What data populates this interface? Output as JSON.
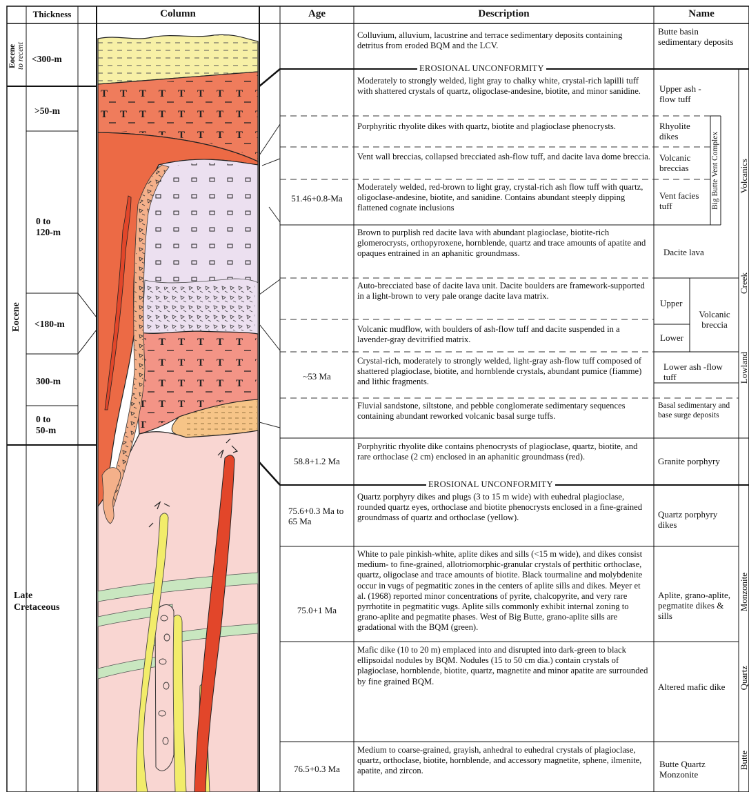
{
  "headers": {
    "thickness": "Thickness",
    "column": "Column",
    "age": "Age",
    "description": "Description",
    "name": "Name"
  },
  "eras": {
    "eocene_recent_1": "Eocene",
    "eocene_recent_2": "to recent",
    "eocene": "Eocene",
    "late_1": "Late",
    "late_2": "Cretaceous"
  },
  "thickness": [
    "<300-m",
    ">50-m",
    "0 to",
    "120-m",
    "<180-m",
    "300-m",
    "0 to",
    "50-m"
  ],
  "unconformities": [
    "EROSIONAL UNCONFORMITY",
    "EROSIONAL UNCONFORMITY"
  ],
  "side_labels": {
    "complex": "Big Butte Vent Complex",
    "volcanics": "Volcanics",
    "creek": "Creek",
    "lowland": "Lowland",
    "monzonite": "Monzonite",
    "quartz": "Quartz",
    "butte": "Butte"
  },
  "rows": [
    {
      "age": "",
      "desc": "Colluvium, alluvium, lacustrine and terrace sedimentary deposits containing detritus from eroded BQM and the LCV.",
      "name": "Butte basin sedimentary deposits"
    },
    {
      "age": "",
      "desc": "Moderately to strongly welded, light gray to chalky white, crystal-rich lapilli tuff with shattered crystals of quartz, oligoclase-andesine, biotite, and minor sanidine.",
      "name": "Upper ash -flow tuff"
    },
    {
      "age": "",
      "desc": "Porphyritic rhyolite dikes with quartz, biotite and plagioclase phenocrysts.",
      "name": "Rhyolite dikes"
    },
    {
      "age": "",
      "desc": "Vent wall breccias, collapsed brecciated ash-flow tuff, and dacite lava dome breccia.",
      "name": "Volcanic breccias"
    },
    {
      "age": "51.46+0.8-Ma",
      "desc": "Moderately welded, red-brown to light gray, crystal-rich ash flow tuff with quartz, oligoclase-andesine, biotite, and sanidine. Contains abundant steeply dipping flattened cognate inclusions",
      "name": "Vent facies tuff"
    },
    {
      "age": "",
      "desc": "Brown to purplish red dacite lava with abundant plagioclase, biotite-rich glomerocrysts, orthopyroxene, hornblende, quartz and trace amounts of apatite and opaques entrained in an aphanitic groundmass.",
      "name": "Dacite lava"
    },
    {
      "age": "",
      "desc": "Auto-brecciated base of dacite lava unit. Dacite boulders are framework-supported in a light-brown to very pale orange dacite lava matrix.",
      "name": "Upper"
    },
    {
      "age": "",
      "desc": "Volcanic mudflow, with boulders of ash-flow tuff and dacite suspended in a lavender-gray devitrified matrix.",
      "name": "Lower"
    },
    {
      "age": "~53 Ma",
      "desc": "Crystal-rich, moderately to strongly welded, light-gray ash-flow tuff composed of shattered plagioclase, biotite, and hornblende crystals, abundant pumice (fiamme) and lithic fragments.",
      "name": "Lower ash -flow tuff"
    },
    {
      "age": "",
      "desc": "Fluvial sandstone, siltstone, and pebble conglomerate sedimentary sequences containing abundant reworked volcanic basal surge tuffs.",
      "name": "Basal sedimentary and base surge deposits"
    },
    {
      "age": "58.8+1.2 Ma",
      "desc": "Porphyritic rhyolite dike contains phenocrysts of plagioclase, quartz, biotite, and rare orthoclase (2 cm) enclosed in an aphanitic groundmass (red).",
      "name": "Granite porphyry"
    },
    {
      "age": "75.6+0.3 Ma to 65 Ma",
      "desc": "Quartz porphyry dikes and plugs (3 to 15 m wide) with euhedral plagioclase, rounded quartz eyes, orthoclase and biotite phenocrysts enclosed in a fine-grained groundmass of quartz and orthoclase (yellow).",
      "name": "Quartz porphyry dikes"
    },
    {
      "age": "75.0+1 Ma",
      "desc": "White to pale pinkish-white, aplite dikes and sills (<15 m wide), and dikes consist medium- to fine-grained, allotriomorphic-granular crystals of perthitic orthoclase, quartz, oligoclase and trace amounts of biotite. Black tourmaline and molybdenite occur in vugs of pegmatitic zones in the centers of aplite sills and dikes. Meyer et al. (1968) reported minor concentrations of pyrite, chalcopyrite, and very rare pyrrhotite in pegmatitic vugs. Aplite sills commonly exhibit internal zoning to grano-aplite and pegmatite phases. West of Big Butte, grano-aplite sills are gradational with the BQM (green).",
      "name": "Aplite, grano-aplite, pegmatite dikes & sills"
    },
    {
      "age": "",
      "desc": "Mafic dike (10 to 20 m) emplaced into and disrupted into dark-green to black ellipsoidal nodules by BQM. Nodules (15 to 50 cm dia.) contain crystals of plagioclase, hornblende, biotite, quartz, magnetite and minor apatite are surrounded by fine grained BQM.",
      "name": "Altered mafic dike"
    },
    {
      "age": "76.5+0.3 Ma",
      "desc": "Medium to coarse-grained, grayish, anhedral to euhedral crystals of plagioclase, quartz, orthoclase, biotite, hornblende, and accessory magnetite, sphene, ilmenite, apatite, and zircon.",
      "name": "Butte Quartz Monzonite"
    }
  ],
  "breccia_label": "Volcanic breccia",
  "colors": {
    "sediment": "#f7f0a6",
    "upper_tuff": "#ef7c5c",
    "vent": "#ec6a45",
    "dacite": "#ece0f0",
    "lower_tuff": "#f39486",
    "basal": "#f6c487",
    "bqm": "#f9d6d2",
    "aplite": "#c9e7c0",
    "quartz_porphyry": "#f2ec6a",
    "granite_porphyry": "#e2462a"
  }
}
